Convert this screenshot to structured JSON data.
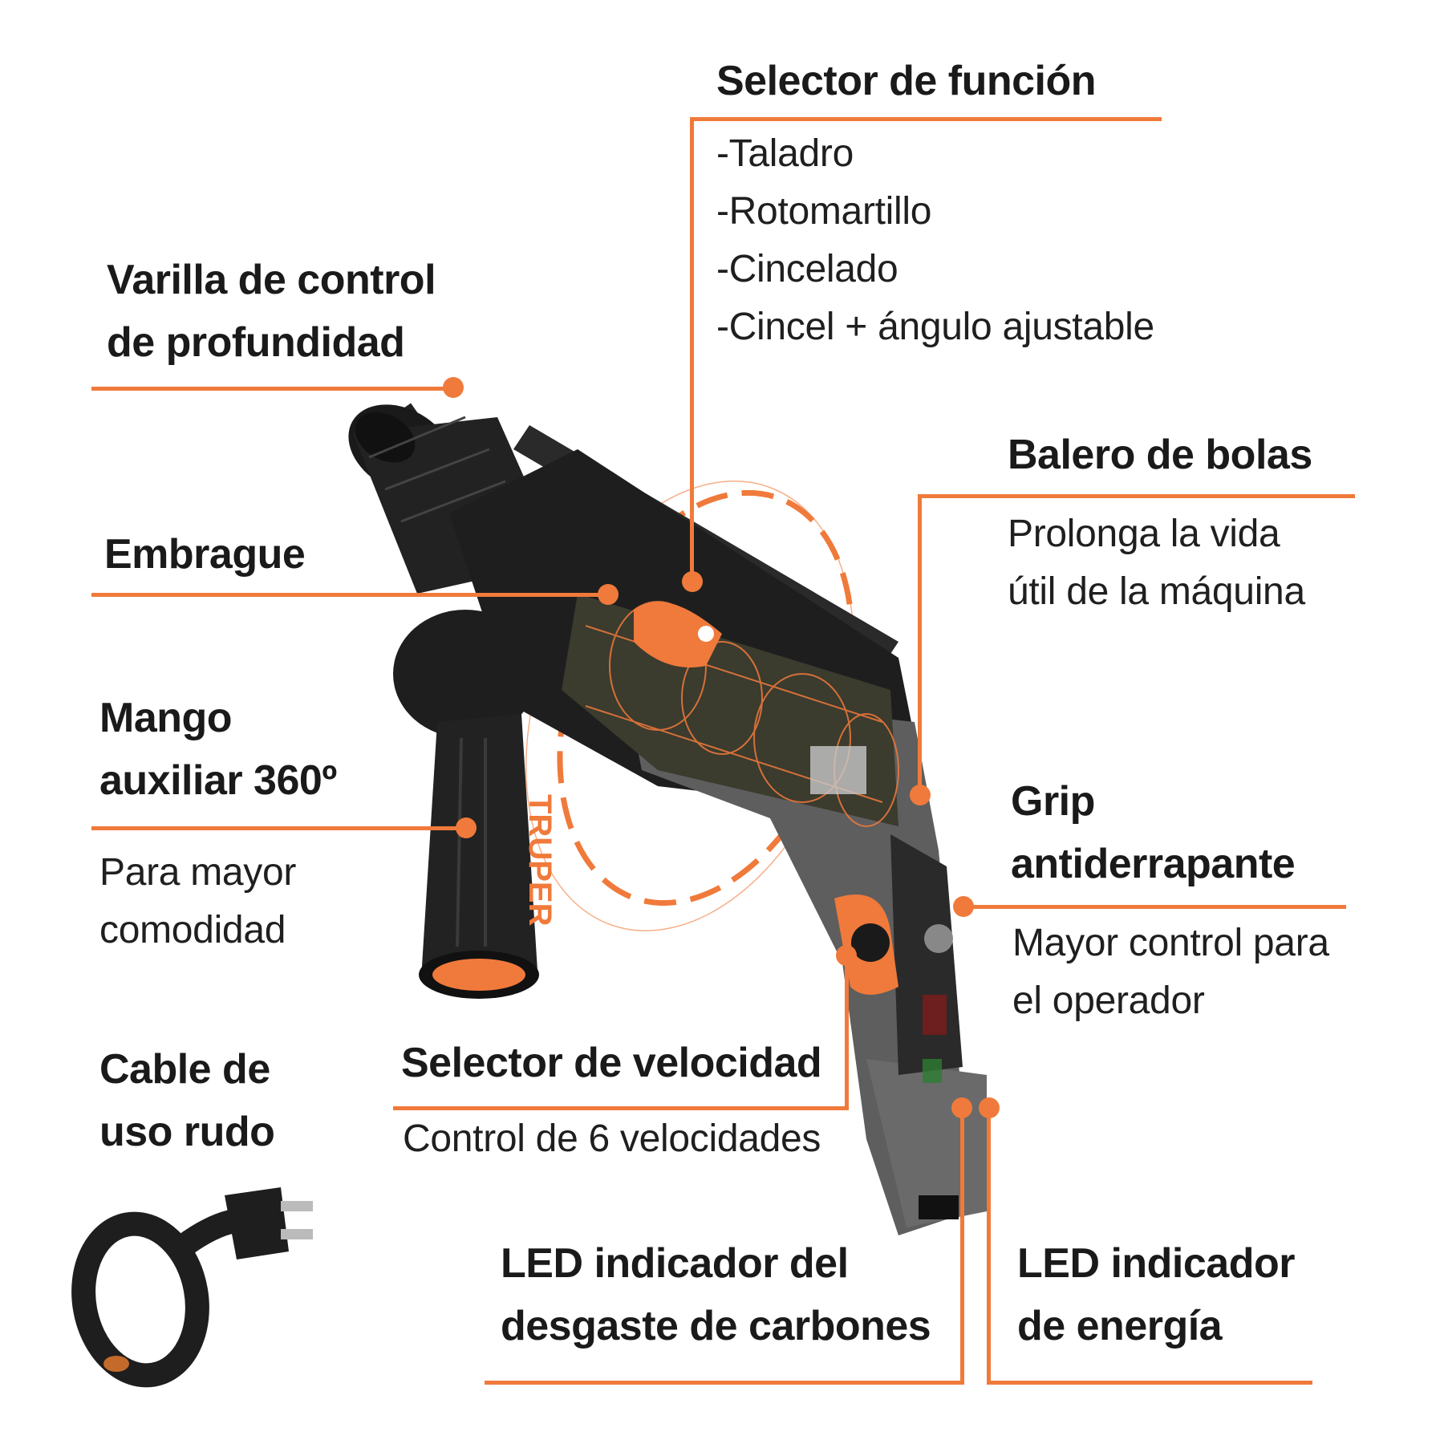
{
  "colors": {
    "accent": "#f07a3b",
    "text": "#1a1a1a",
    "body_black": "#1d1d1d",
    "body_gray": "#5c5c5c"
  },
  "brand": "TRUPER",
  "callouts": {
    "selector_funcion": {
      "title": "Selector de función",
      "items": [
        "-Taladro",
        "-Rotomartillo",
        "-Cincelado",
        "-Cincel + ángulo ajustable"
      ]
    },
    "varilla": {
      "title_line1": "Varilla de control",
      "title_line2": "de profundidad"
    },
    "embrague": {
      "title": "Embrague"
    },
    "balero": {
      "title": "Balero de bolas",
      "desc_line1": "Prolonga la vida",
      "desc_line2": "útil de la máquina"
    },
    "mango": {
      "title_line1": "Mango",
      "title_line2": "auxiliar 360º",
      "desc_line1": "Para mayor",
      "desc_line2": "comodidad"
    },
    "grip": {
      "title_line1": "Grip",
      "title_line2": "antiderrapante",
      "desc_line1": "Mayor control para",
      "desc_line2": "el operador"
    },
    "cable": {
      "title_line1": "Cable de",
      "title_line2": "uso rudo"
    },
    "velocidad": {
      "title": "Selector de velocidad",
      "desc": "Control de 6 velocidades"
    },
    "led_carbones": {
      "title_line1": "LED indicador del",
      "title_line2": "desgaste de carbones"
    },
    "led_energia": {
      "title_line1": "LED indicador",
      "title_line2": "de energía"
    }
  }
}
